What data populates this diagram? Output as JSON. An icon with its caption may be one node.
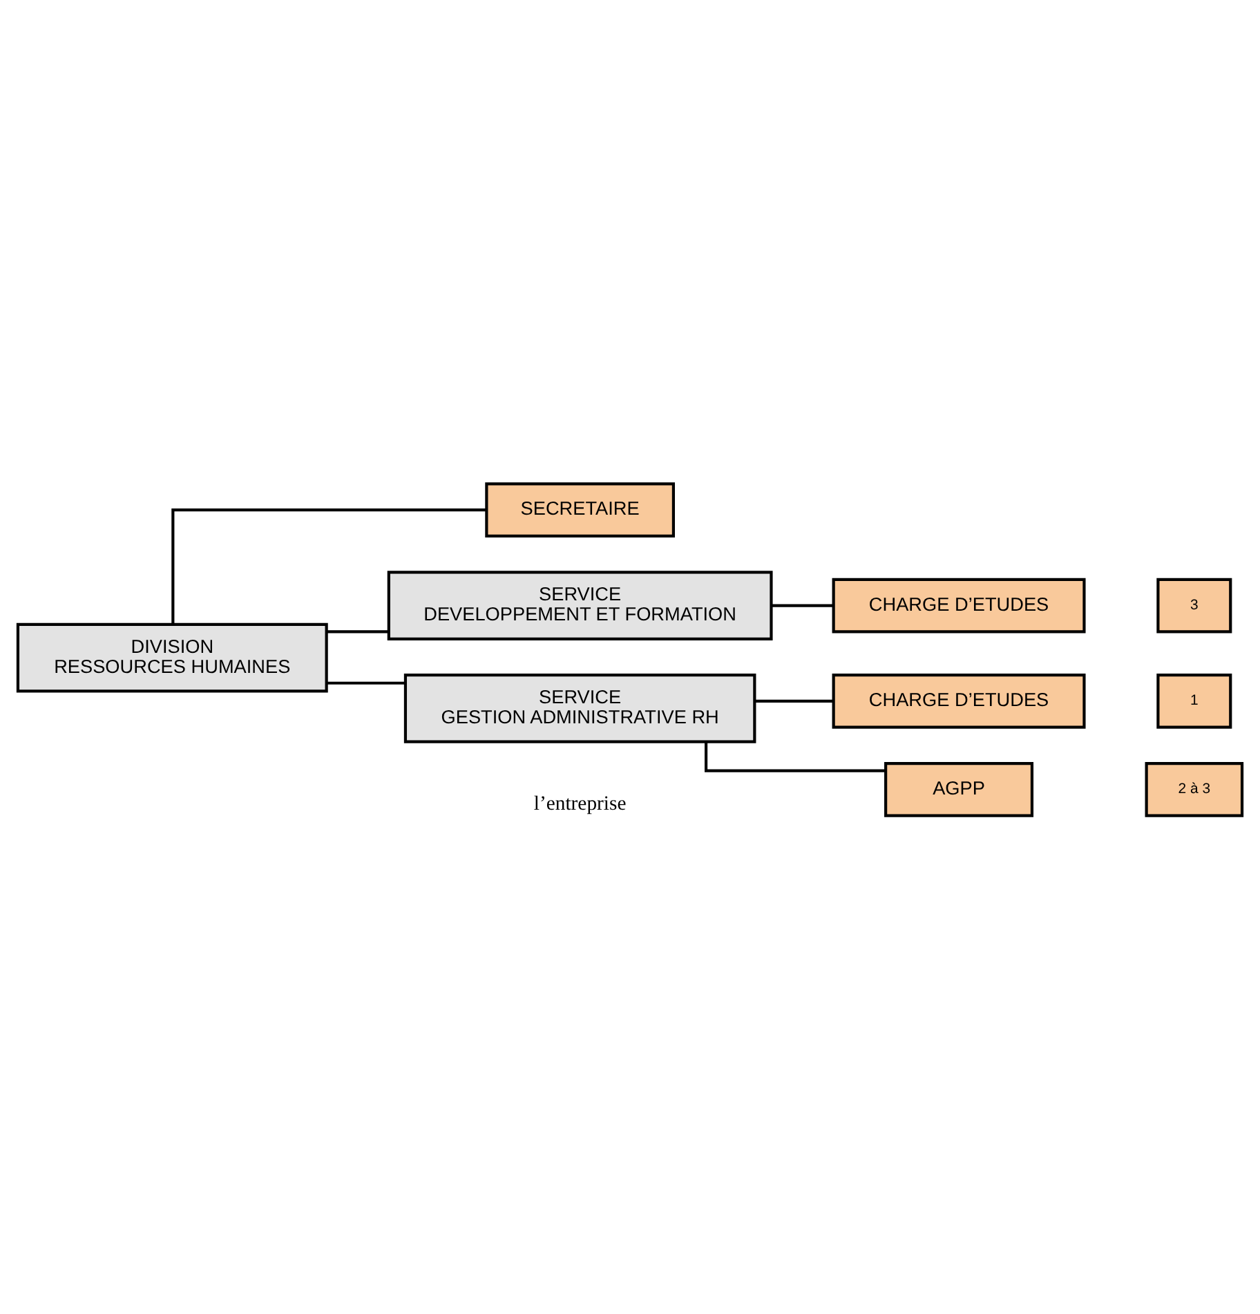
{
  "diagram": {
    "nodes": [
      {
        "text": [
          "DIVISION",
          "RESSOURCES HUMAINES"
        ]
      },
      {
        "text": [
          "SECRETAIRE"
        ]
      },
      {
        "text": [
          "SERVICE",
          "DEVELOPPEMENT ET FORMATION"
        ]
      },
      {
        "text": [
          "CHARGE D’ETUDES"
        ]
      },
      {
        "text": [
          "3"
        ]
      },
      {
        "text": [
          "SERVICE",
          "GESTION ADMINISTRATIVE RH"
        ]
      },
      {
        "text": [
          "CHARGE D’ETUDES"
        ]
      },
      {
        "text": [
          "1"
        ]
      },
      {
        "text": [
          "AGPP"
        ]
      },
      {
        "text": [
          "2 à 3"
        ]
      }
    ],
    "edges": [
      {
        "from": 0,
        "to": 1,
        "arrow": "none"
      },
      {
        "from": 0,
        "to": 2,
        "arrow": "none"
      },
      {
        "from": 0,
        "to": 5,
        "arrow": "none"
      },
      {
        "from": 2,
        "to": 3,
        "arrow": "none"
      },
      {
        "from": 5,
        "to": 6,
        "arrow": "none"
      },
      {
        "from": 5,
        "to": 8,
        "arrow": "none"
      }
    ],
    "labels": [
      "l’entreprise"
    ]
  }
}
